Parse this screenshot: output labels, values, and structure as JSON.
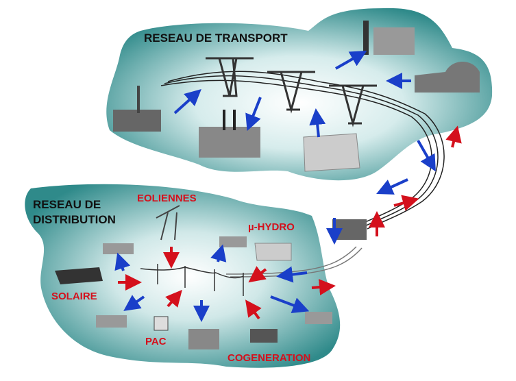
{
  "transport": {
    "title": "RESEAU DE TRANSPORT"
  },
  "distribution": {
    "title_line1": "RESEAU DE",
    "title_line2": "DISTRIBUTION",
    "sources": {
      "wind": "EOLIENNES",
      "micro_hydro": "µ-HYDRO",
      "solar": "SOLAIRE",
      "fuel_cell": "PAC",
      "cogeneration": "COGENERATION"
    }
  },
  "colors": {
    "region": "#2f8a8a",
    "flow_down": "#1a3fc9",
    "flow_up": "#d4101c"
  }
}
